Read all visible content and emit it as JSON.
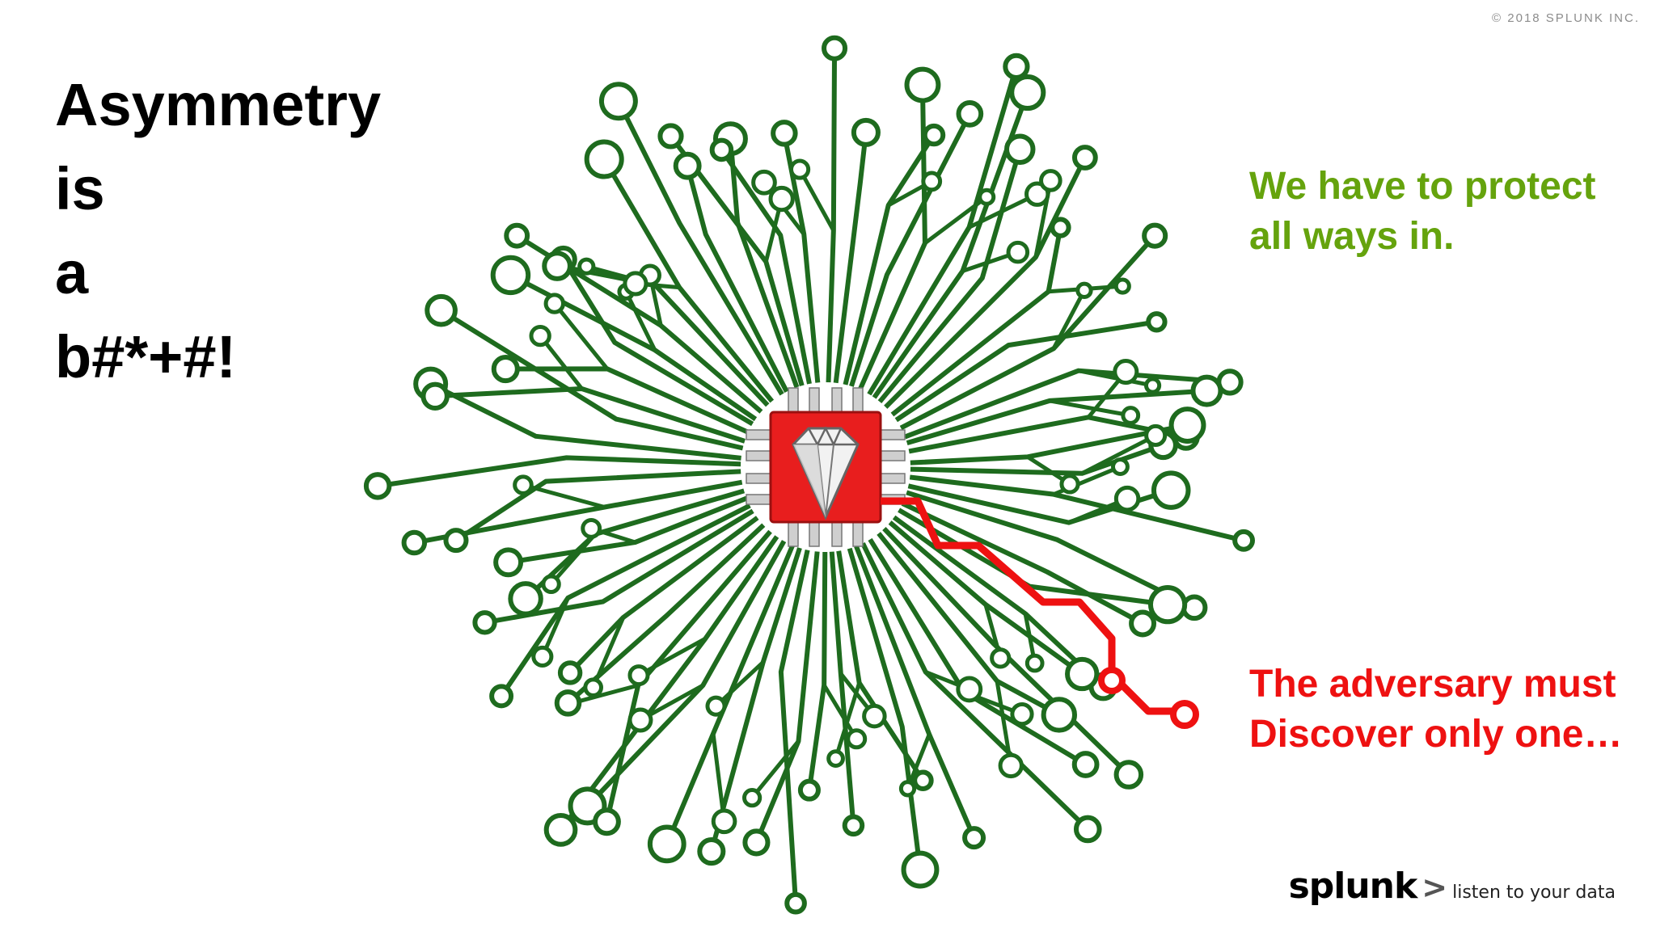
{
  "copyright": "© 2018 SPLUNK INC.",
  "title": {
    "lines": [
      "Asymmetry",
      "is",
      "a",
      "b#*+#!"
    ]
  },
  "notes": {
    "defender": {
      "lines": [
        "We have to protect",
        "all ways in."
      ],
      "color": "#65a30d"
    },
    "adversary": {
      "lines": [
        "The adversary must",
        "Discover only one…"
      ],
      "color": "#ee1111"
    }
  },
  "illustration": {
    "center_icon": "diamond-icon",
    "trace_color": "#1e6b1e",
    "highlight_trace_color": "#ee1111",
    "chip_color": "#e81e1e"
  },
  "footer": {
    "logo_word": "splunk",
    "logo_chevron": ">",
    "tagline": "listen to your data"
  }
}
